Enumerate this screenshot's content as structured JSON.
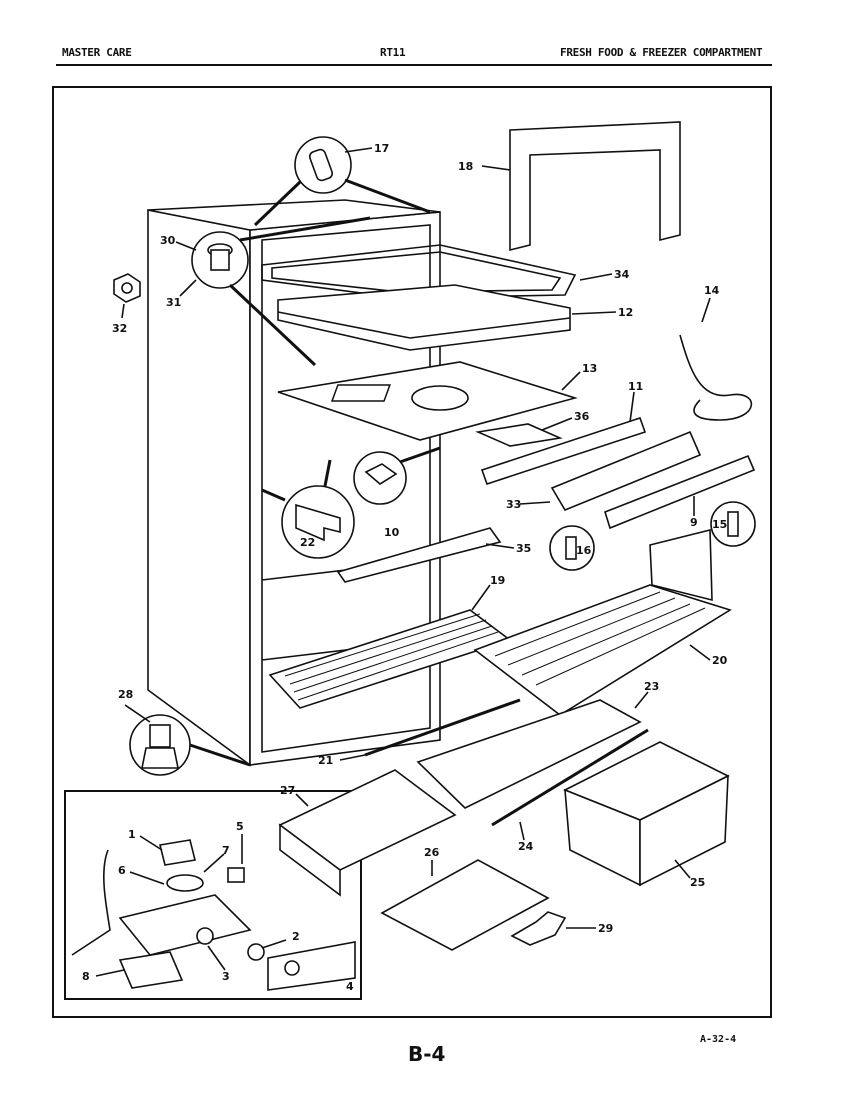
{
  "header": {
    "left": "MASTER CARE",
    "center": "RT11",
    "right": "FRESH FOOD & FREEZER COMPARTMENT"
  },
  "footer": {
    "page": "B-4",
    "code": "A-32-4"
  },
  "callouts": {
    "c1": "1",
    "c2": "2",
    "c3": "3",
    "c4": "4",
    "c5": "5",
    "c6": "6",
    "c7": "7",
    "c8": "8",
    "c9": "9",
    "c10": "10",
    "c11": "11",
    "c12": "12",
    "c13": "13",
    "c14": "14",
    "c15": "15",
    "c16": "16",
    "c17": "17",
    "c18": "18",
    "c19": "19",
    "c20": "20",
    "c21": "21",
    "c22": "22",
    "c23": "23",
    "c24": "24",
    "c25": "25",
    "c26": "26",
    "c27": "27",
    "c28": "28",
    "c29": "29",
    "c30": "30",
    "c31": "31",
    "c32": "32",
    "c33": "33",
    "c34": "34",
    "c35": "35",
    "c36": "36"
  }
}
